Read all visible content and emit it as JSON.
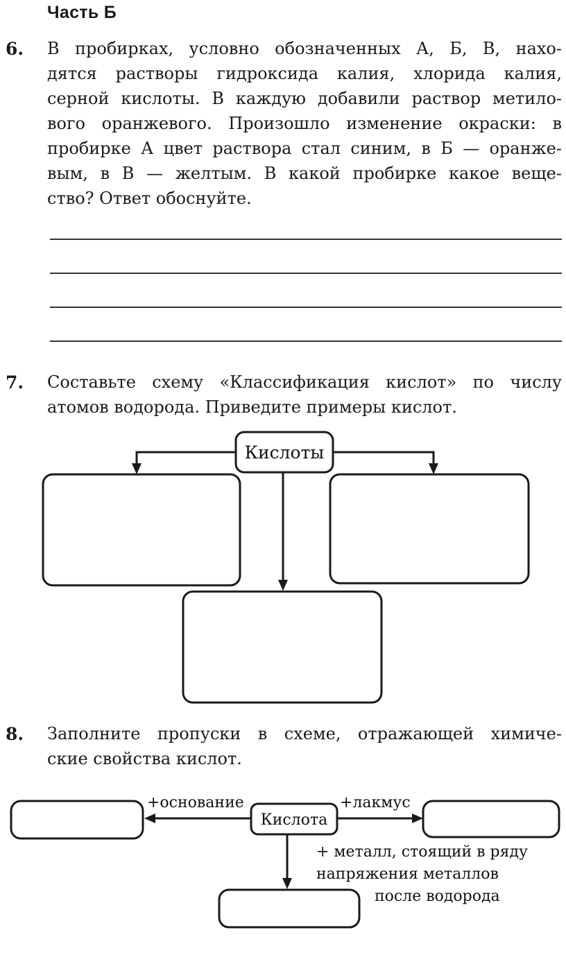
{
  "part_title": "Часть Б",
  "q6": {
    "number": "6.",
    "lines": [
      "В пробирках, условно обозначенных А, Б, В, нахо-",
      "дятся растворы гидроксида калия, хлорида калия,",
      "серной кислоты. В каждую добавили раствор метило-",
      "вого оранжевого. Произошло изменение окраски: в",
      "пробирке А цвет раствора стал синим, в Б — оранже-",
      "вым, в В — желтым. В какой пробирке какое веще-",
      "ство? Ответ обоснуйте."
    ]
  },
  "q7": {
    "number": "7.",
    "lines": [
      "Составьте схему «Классификация кислот» по числу",
      "атомов водорода. Приведите примеры кислот."
    ],
    "diagram": {
      "root_label": "Кислоты"
    }
  },
  "q8": {
    "number": "8.",
    "lines": [
      "Заполните пропуски в схеме, отражающей химиче-",
      "ские свойства кислот."
    ],
    "diagram": {
      "center_label": "Кислота",
      "left_arrow_label": "+основание",
      "right_arrow_label": "+лакмус",
      "down_arrow_label_lines": [
        "+ металл, стоящий в ряду",
        "напряжения металлов",
        "после водорода"
      ]
    }
  }
}
